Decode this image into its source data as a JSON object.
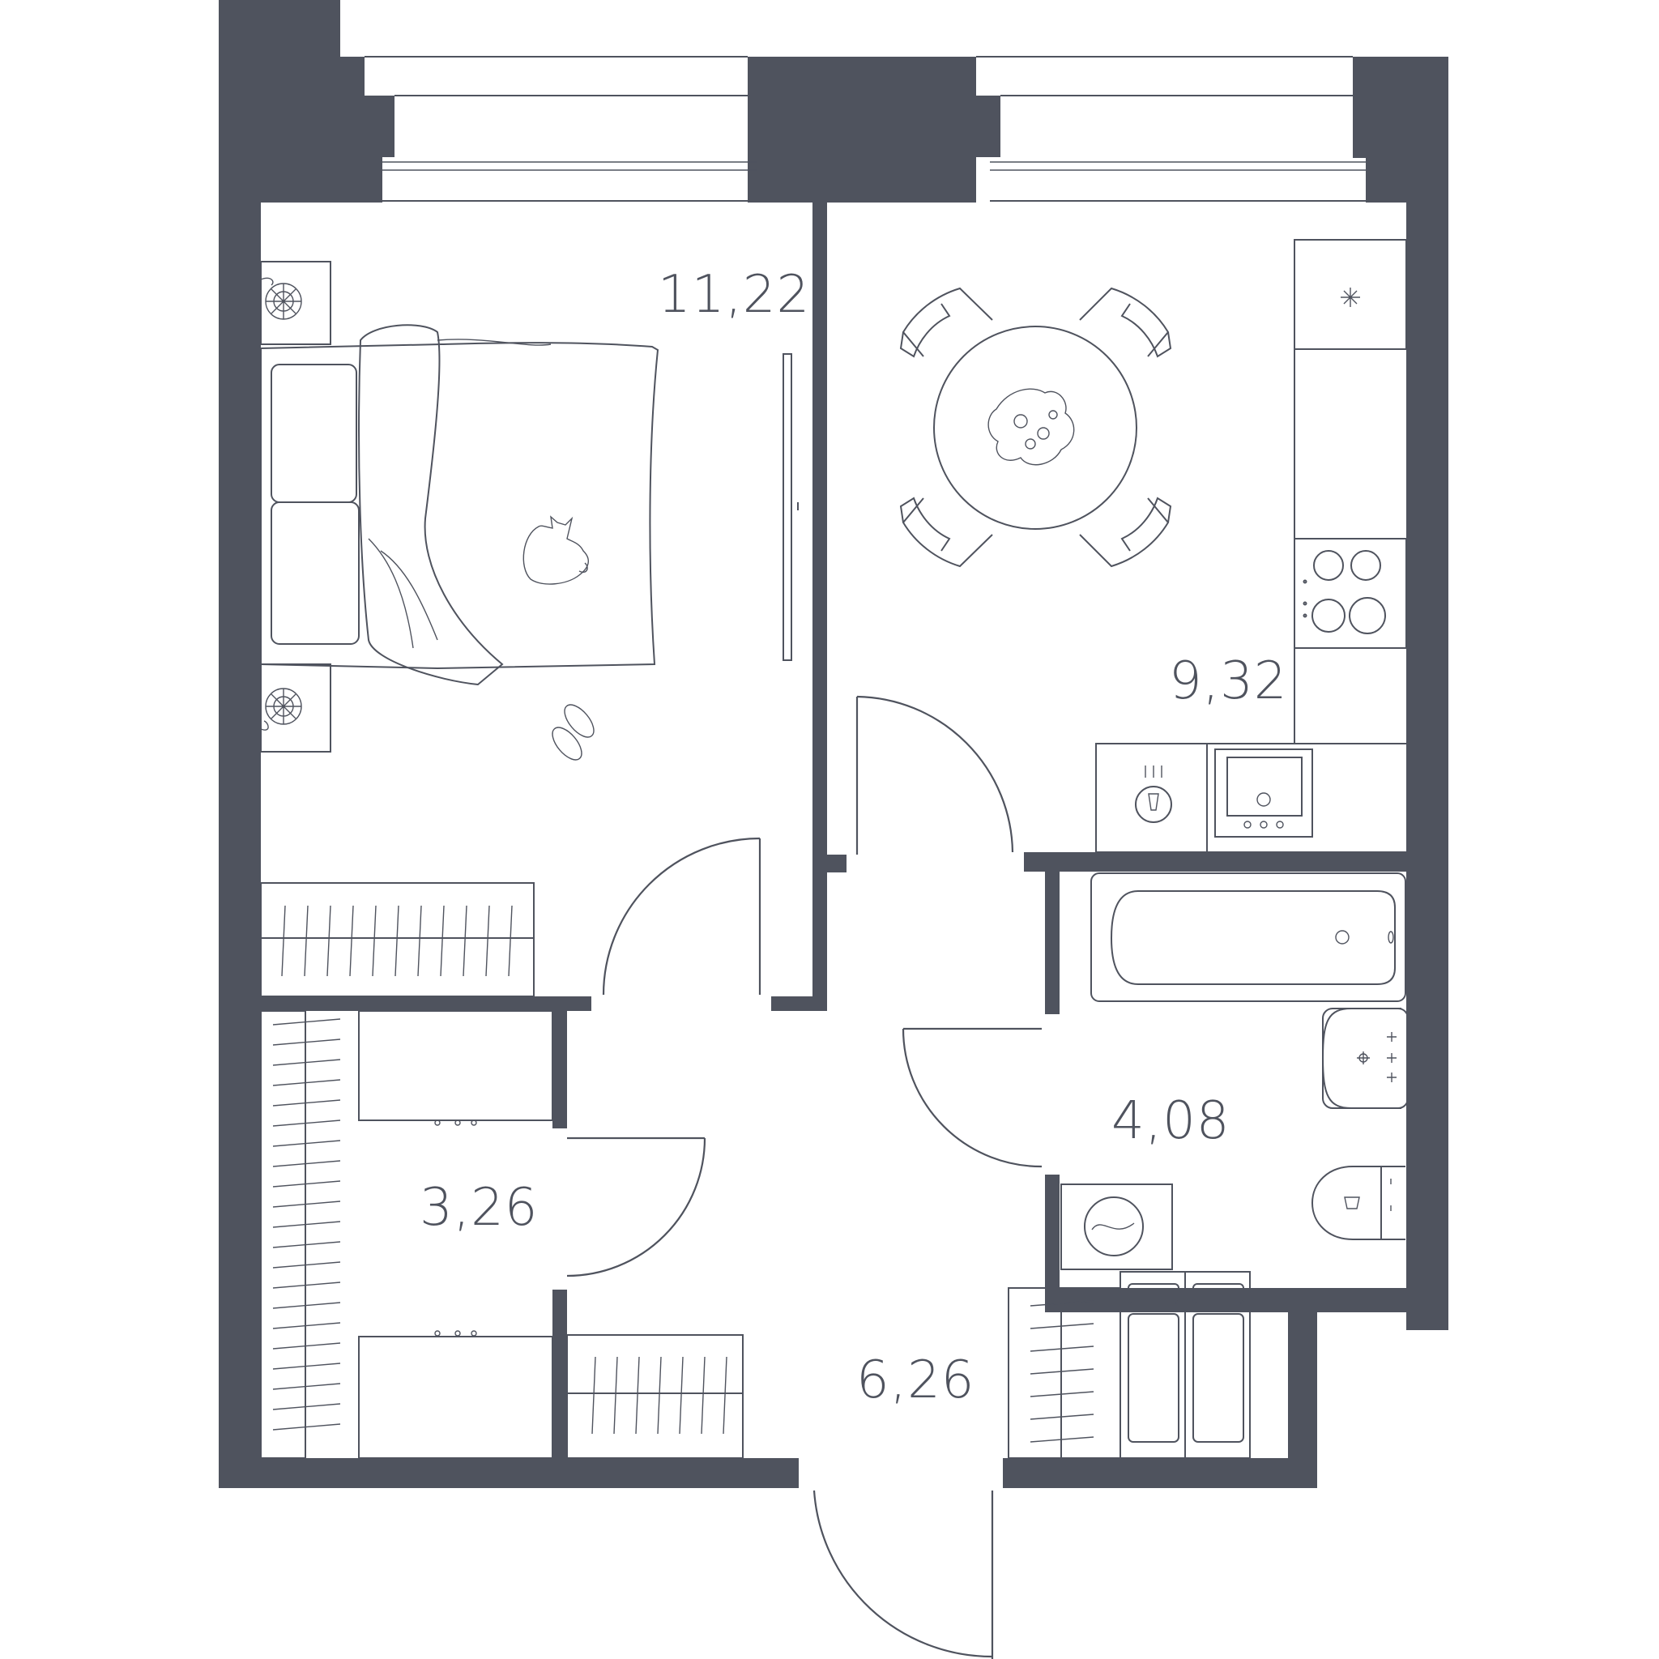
{
  "colors": {
    "wall": "#4f535e",
    "background": "#ffffff"
  },
  "rooms": [
    {
      "id": "bedroom",
      "area": "11,22"
    },
    {
      "id": "kitchen",
      "area": "9,32"
    },
    {
      "id": "bathroom",
      "area": "4,08"
    },
    {
      "id": "closet",
      "area": "3,26"
    },
    {
      "id": "hallway",
      "area": "6,26"
    }
  ]
}
